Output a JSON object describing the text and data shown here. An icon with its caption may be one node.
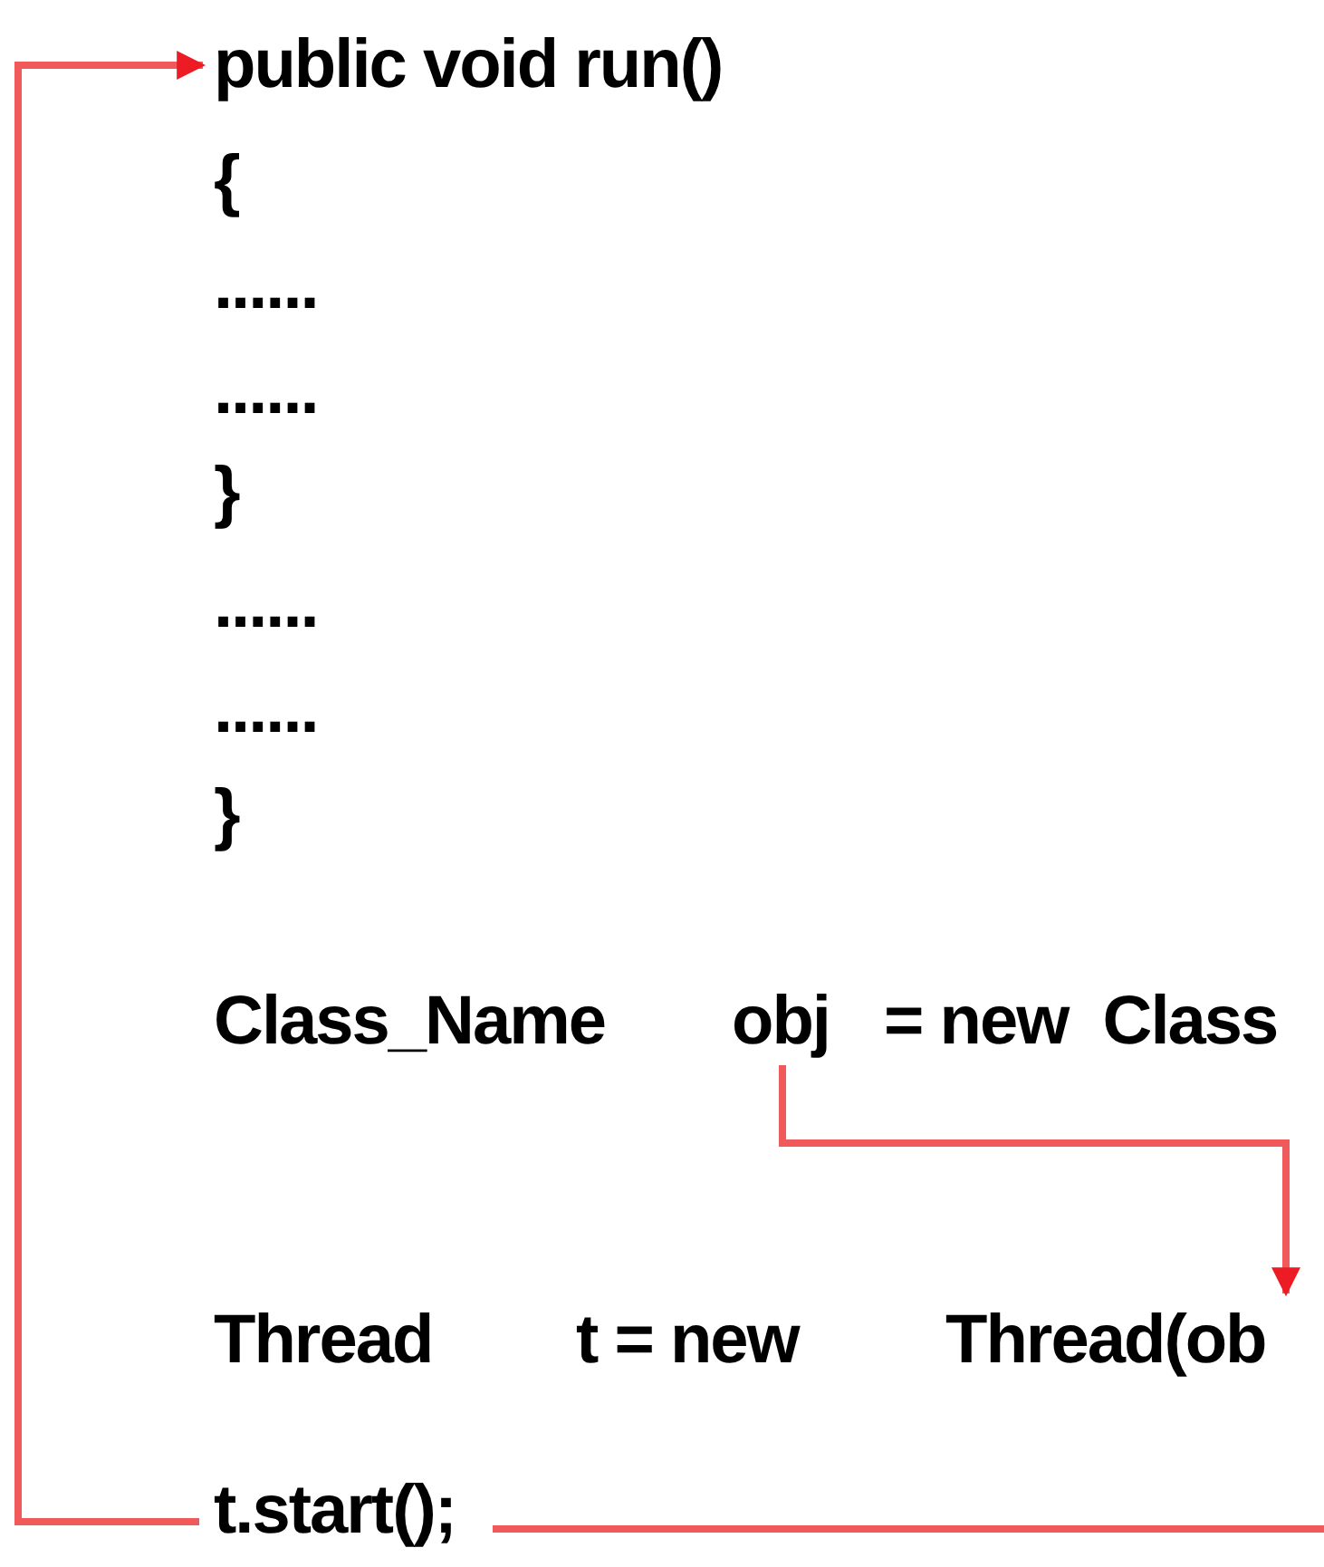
{
  "diagram": {
    "nodes": [
      {
        "text": [
          "public void run()"
        ]
      },
      {
        "text": [
          "obj"
        ]
      },
      {
        "text": [
          "Thread(ob"
        ]
      },
      {
        "text": [
          "t.start();"
        ]
      }
    ],
    "edges": [
      {
        "from": 3,
        "to": 0,
        "arrow": "to"
      },
      {
        "from": 1,
        "to": 2,
        "arrow": "to"
      },
      {
        "from": 3,
        "to": null,
        "arrow": "none"
      }
    ],
    "labels": [
      "{",
      "......",
      "......",
      "}",
      "......",
      "......",
      "}",
      "Class_Name",
      "= new  Class",
      "Thread",
      "t = new"
    ]
  }
}
